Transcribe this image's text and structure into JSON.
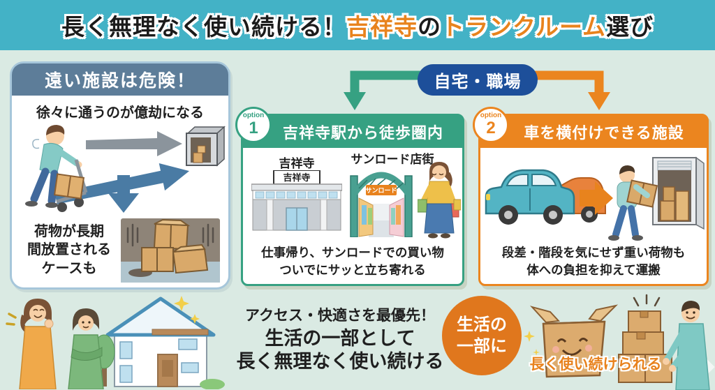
{
  "colors": {
    "banner_bg": "#43b2c6",
    "accent_orange": "#e8831d",
    "accent_green": "#36a182",
    "hub_navy": "#1d4f9a",
    "danger_slate": "#5d7d99",
    "circle_orange": "#e0771d"
  },
  "banner": {
    "part1": "長く無理なく使い続ける！",
    "part2": "吉祥寺",
    "part3": "の",
    "part4": "トランクルーム",
    "part5": "選び"
  },
  "danger_panel": {
    "header": "遠い施設は危険！",
    "caption_top": "徐々に通うのが億劫になる",
    "caption_bottom": {
      "line1": "荷物が長期",
      "line2": "間放置される",
      "line3": "ケースも"
    }
  },
  "hub": {
    "label": "自宅・職場"
  },
  "option1": {
    "badge_word": "option",
    "badge_number": "1",
    "header": "吉祥寺駅から徒歩圏内",
    "station_label": "吉祥寺",
    "station_sign": "吉祥寺",
    "arcade_label": "サンロード店街",
    "arcade_sign": "サンロード",
    "caption": {
      "line1": "仕事帰り、サンロードでの買い物",
      "line2": "ついでにサッと立ち寄れる"
    }
  },
  "option2": {
    "badge_word": "option",
    "badge_number": "2",
    "header": "車を横付けできる施設",
    "caption": {
      "line1": "段差・階段を気にせず重い荷物も",
      "line2": "体への負担を抑えて運搬"
    }
  },
  "conclusion": {
    "line1": "アクセス・快適さを最優先！",
    "line2": "生活の一部として",
    "line3": "長く無理なく使い続ける",
    "circle": {
      "line1": "生活の",
      "line2": "一部に"
    },
    "boxes_caption": "長く使い続けられる"
  }
}
